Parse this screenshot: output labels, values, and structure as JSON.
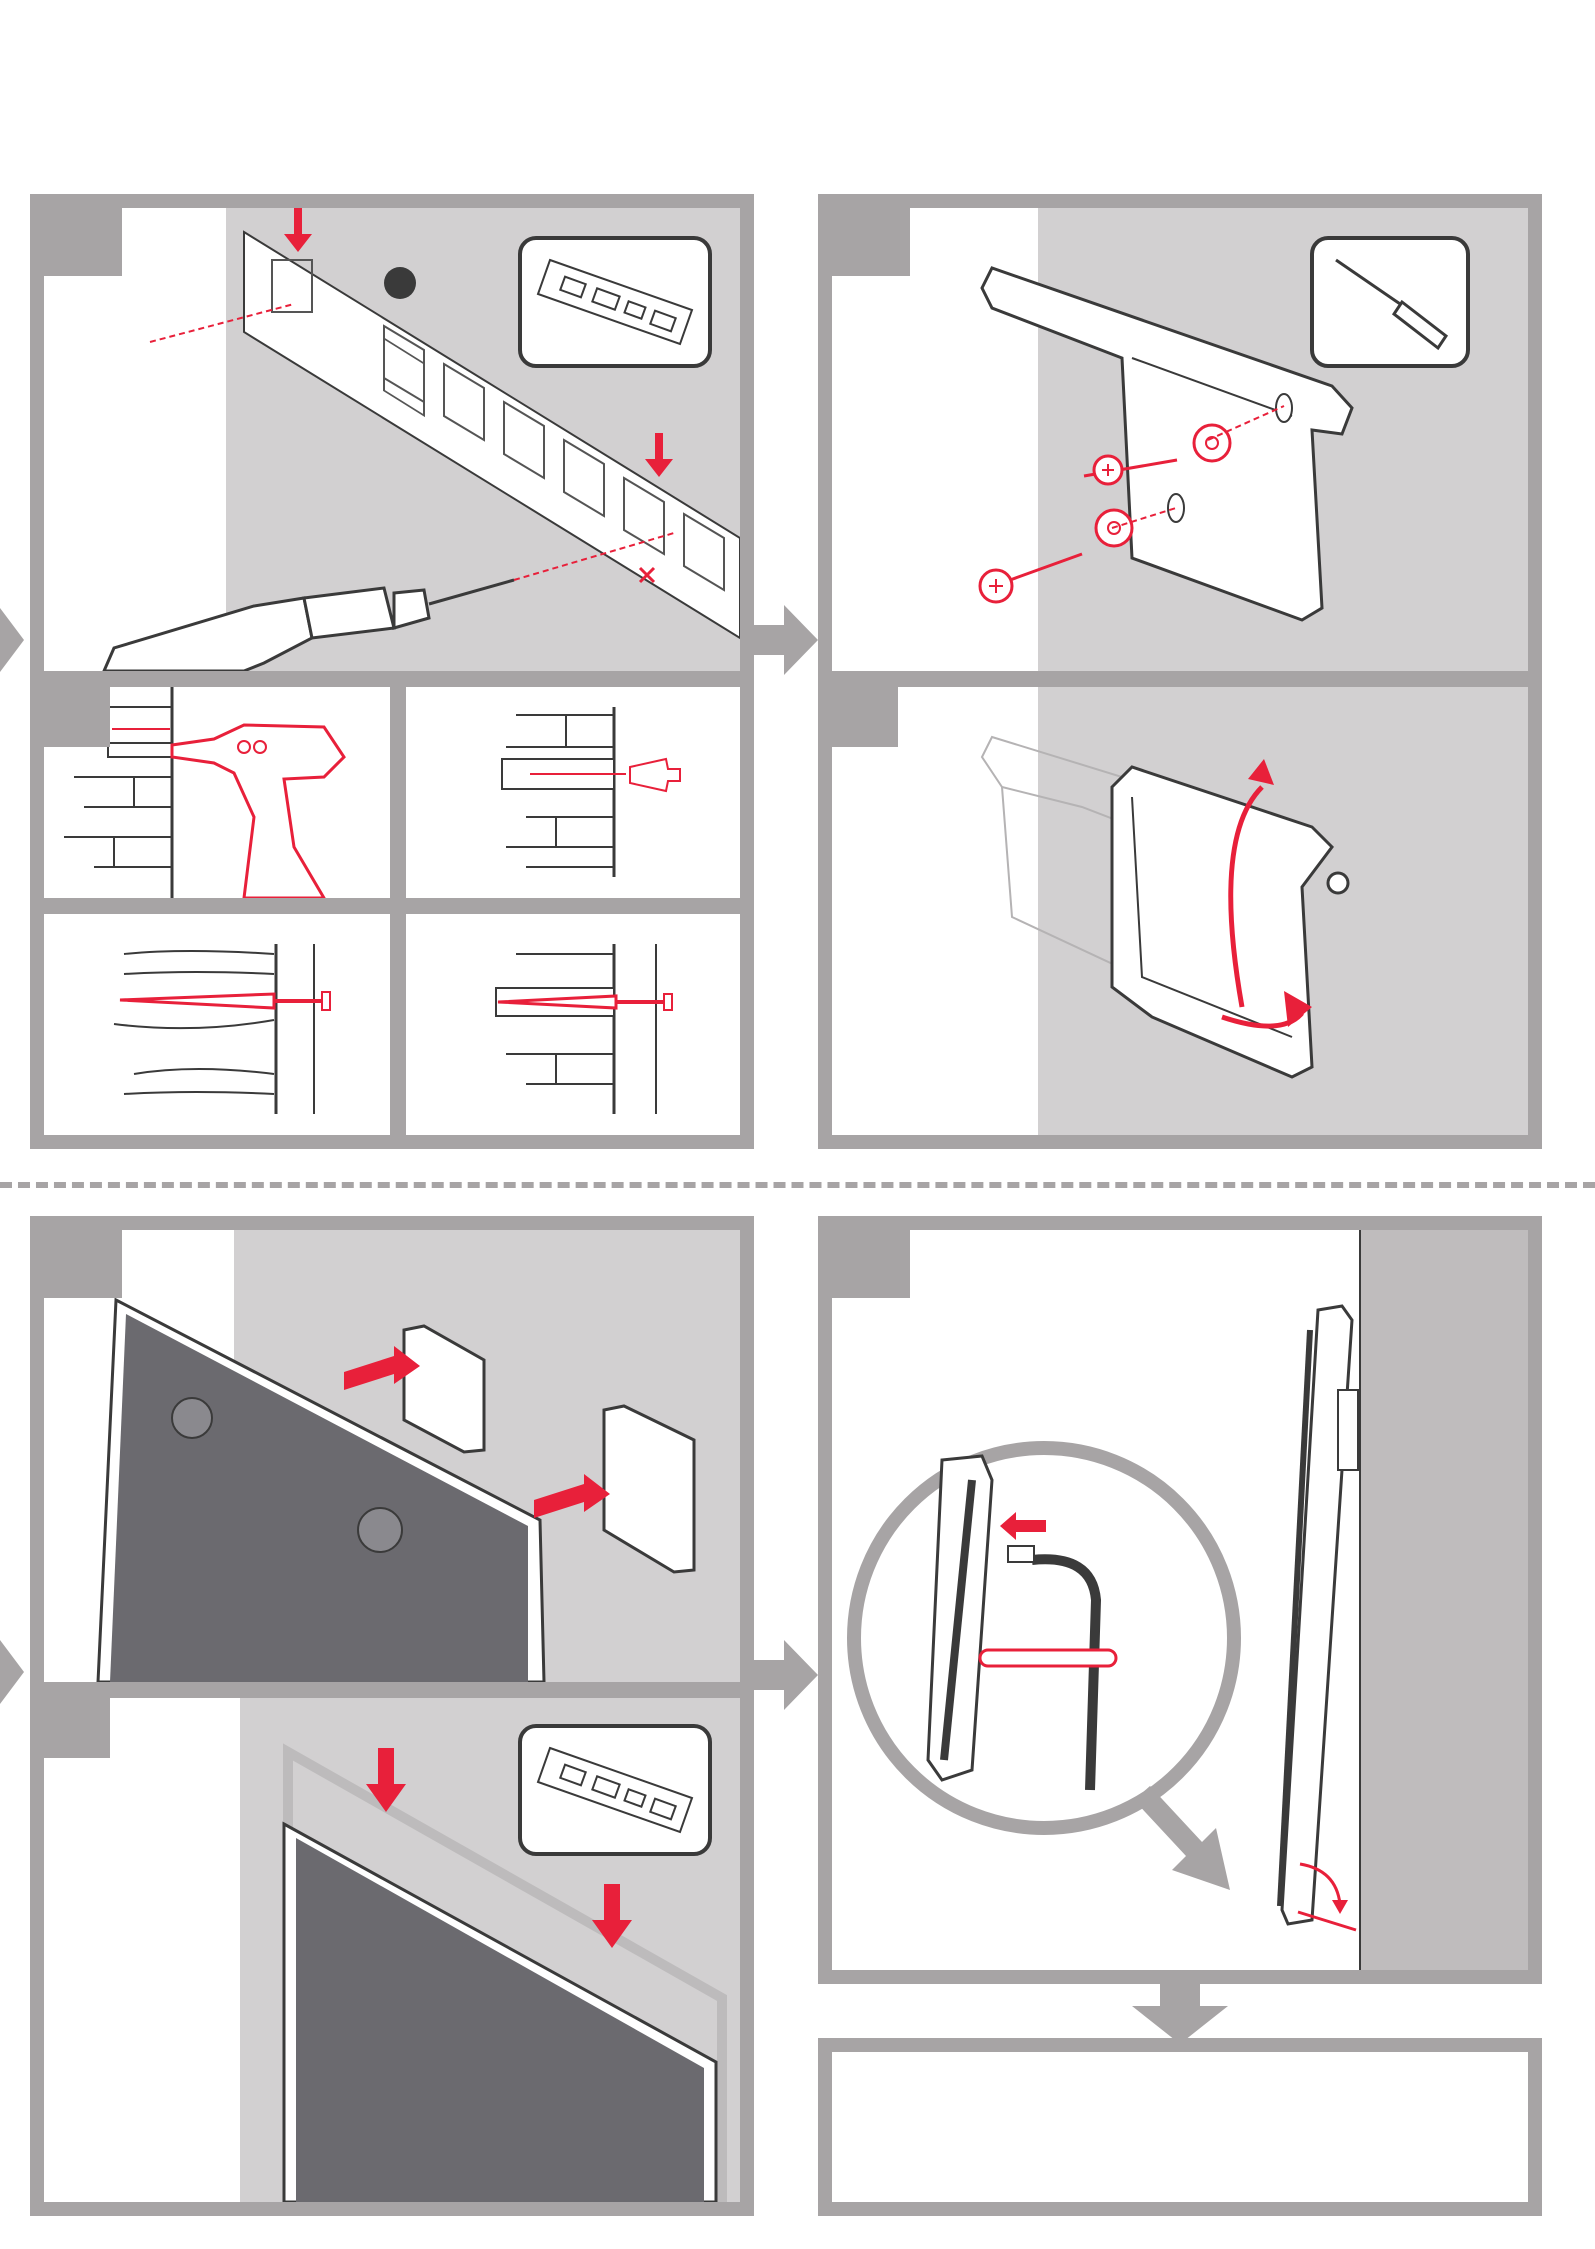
{
  "colors": {
    "frame": "#a7a4a5",
    "wall": "#d2d0d1",
    "wall_dark": "#bfbcbd",
    "accent_red": "#e8203a",
    "screen": "#6b6a6f",
    "outline": "#3a3a3a",
    "white": "#ffffff"
  },
  "icons": {
    "drill_icon": "power-drill",
    "screwdriver_icon": "screwdriver",
    "strip_icon": "mounting-template-strip",
    "arrow_icon": "step-arrow"
  },
  "steps": [
    {
      "id": "step-1",
      "label": ""
    },
    {
      "id": "step-2",
      "label": ""
    },
    {
      "id": "step-3",
      "label": ""
    },
    {
      "id": "step-4",
      "label": ""
    },
    {
      "id": "step-5",
      "label": ""
    },
    {
      "id": "step-6",
      "label": ""
    },
    {
      "id": "step-7",
      "label": ""
    }
  ],
  "footer_box": {
    "text": ""
  }
}
